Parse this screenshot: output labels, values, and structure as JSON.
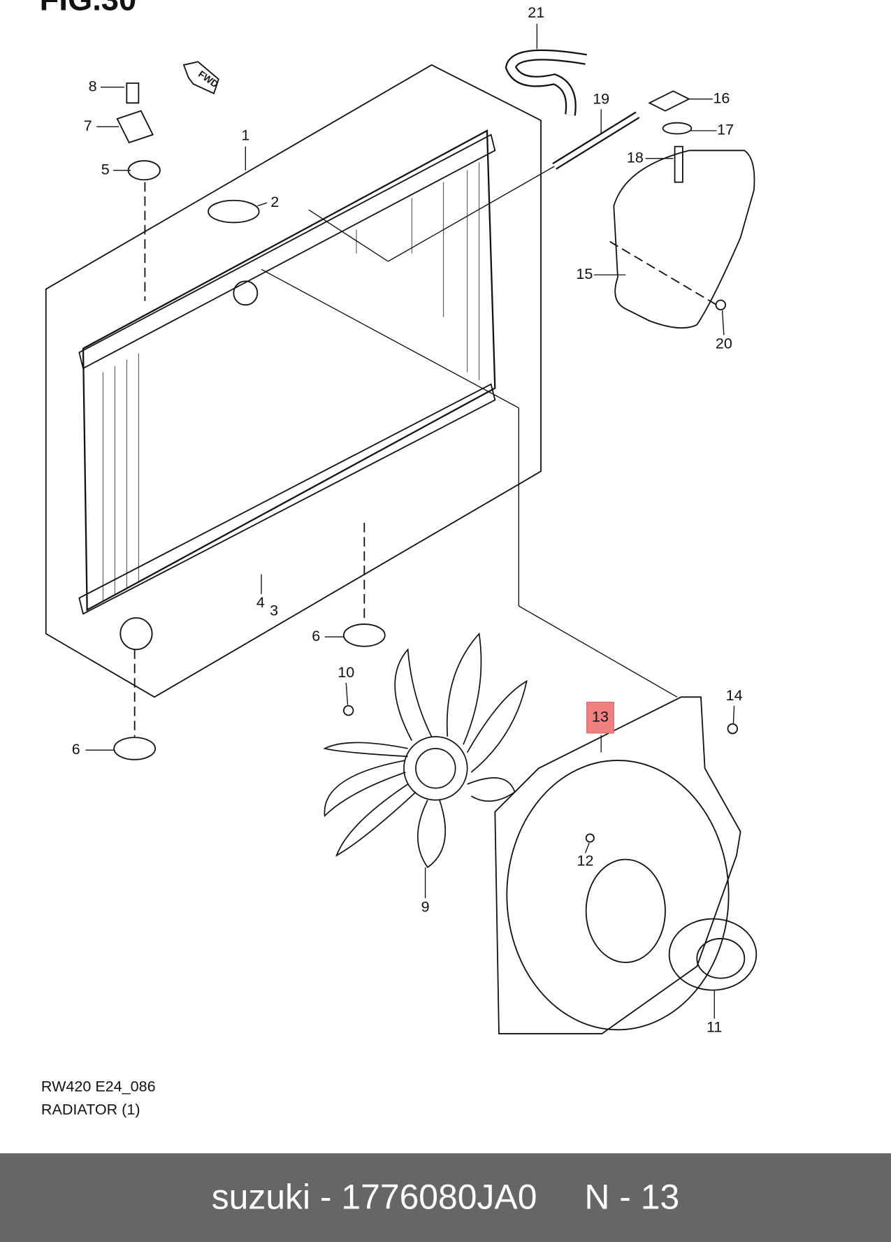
{
  "figure_title": "FIG.30",
  "callouts": [
    "21",
    "8",
    "7",
    "5",
    "1",
    "2",
    "19",
    "16",
    "17",
    "18",
    "15",
    "20",
    "4",
    "3",
    "6",
    "6",
    "10",
    "14",
    "13",
    "12",
    "9",
    "11"
  ],
  "highlighted_callout": "13",
  "fwd_label": "FWD",
  "diagram_code": "RW420 E24_086",
  "diagram_name": "RADIATOR (1)",
  "footer": {
    "part": "suzuki - 1776080JA0",
    "ref": "N - 13"
  },
  "colors": {
    "highlight": "#f08080",
    "band": "#666666"
  }
}
